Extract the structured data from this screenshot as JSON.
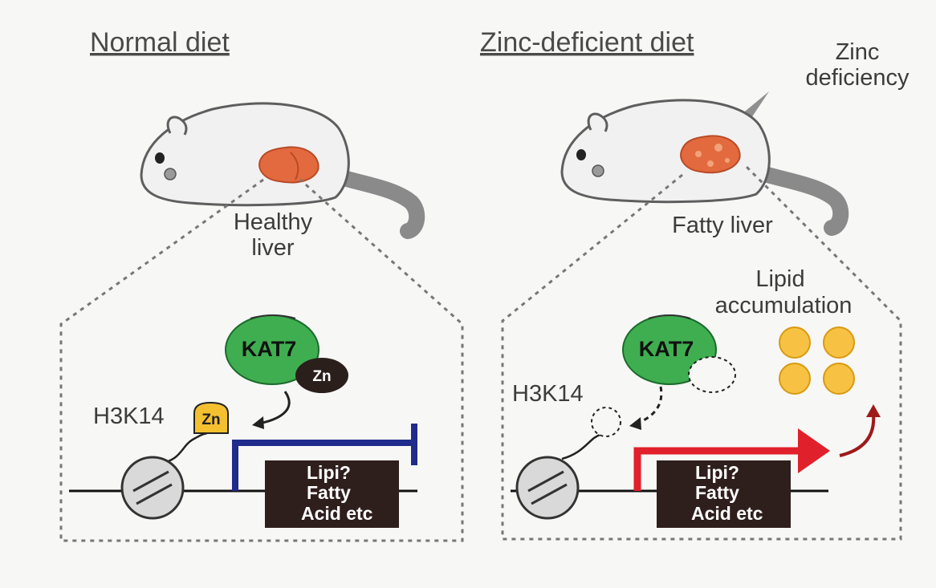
{
  "left_panel": {
    "title": "Normal diet",
    "liver_label_line1": "Healthy",
    "liver_label_line2": "liver",
    "enzyme_label": "KAT7",
    "enzyme_cofactor": "Zn",
    "histone_label": "H3K14",
    "histone_mark": "Zn",
    "gene_line1": "Lipi?",
    "gene_line2": "Fatty",
    "gene_line3": "Acid etc"
  },
  "right_panel": {
    "title": "Zinc-deficient diet",
    "annotation_line1": "Zinc",
    "annotation_line2": "deficiency",
    "liver_label": "Fatty liver",
    "result_line1": "Lipid",
    "result_line2": "accumulation",
    "enzyme_label": "KAT7",
    "histone_label": "H3K14",
    "gene_line1": "Lipi?",
    "gene_line2": "Fatty",
    "gene_line3": "Acid etc"
  },
  "colors": {
    "kat7_green": "#3fae50",
    "zinc_yellow": "#f5c030",
    "zinc_dark": "#2b1f1c",
    "liver_orange": "#e36a3e",
    "repression_blue": "#1f2c8c",
    "activation_red": "#e0202a",
    "lipid_droplet": "#f7c244",
    "gene_box": "#2e1f1c"
  }
}
